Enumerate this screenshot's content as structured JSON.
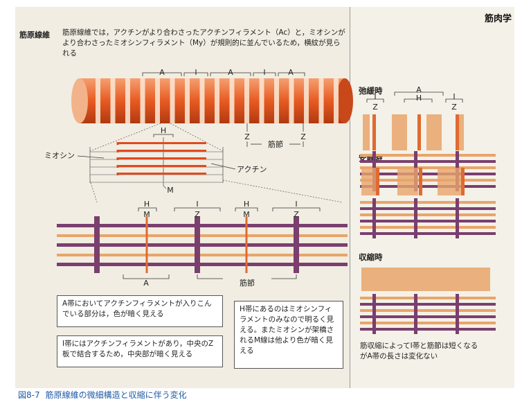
{
  "side_tag": "筋肉学",
  "fiber": {
    "title": "筋原線維",
    "text": "筋原線維では，アクチンがより合わさったアクチンフィラメント（Ac）と，ミオシンがより合わさったミオシンフィラメント（My）が規則的に並んでいるため，横紋が見られる"
  },
  "band_labels": {
    "A": "A",
    "I": "I",
    "H": "H",
    "M": "M",
    "Z": "Z"
  },
  "labels": {
    "myosin": "ミオシン",
    "actin": "アクチン",
    "sarcomere": "筋節"
  },
  "panels": {
    "relaxed": "弛緩時",
    "resting": "安静時",
    "contracted": "収縮時"
  },
  "notes": {
    "a_band": "A帯においてアクチンフィラメントが入りこんでいる部分は，色が暗く見える",
    "i_band": "I帯にはアクチンフィラメントがあり，中央のZ板で結合するため，中央部が暗く見える",
    "h_band": "H帯にあるのはミオシンフィラメントのみなので明るく見える。またミオシンが架橋されるM線は他より色が暗く見える",
    "shorten": "筋収縮によってI帯と筋節は短くなるがA帯の長さは変化ない"
  },
  "caption": {
    "prefix": "図8-7",
    "text": "筋原線維の微細構造と収縮に伴う変化"
  },
  "colors": {
    "actin": "#e8a56a",
    "myosin": "#7a3f6e",
    "fiber": "#e4602c",
    "m_line": "#e06a30"
  }
}
